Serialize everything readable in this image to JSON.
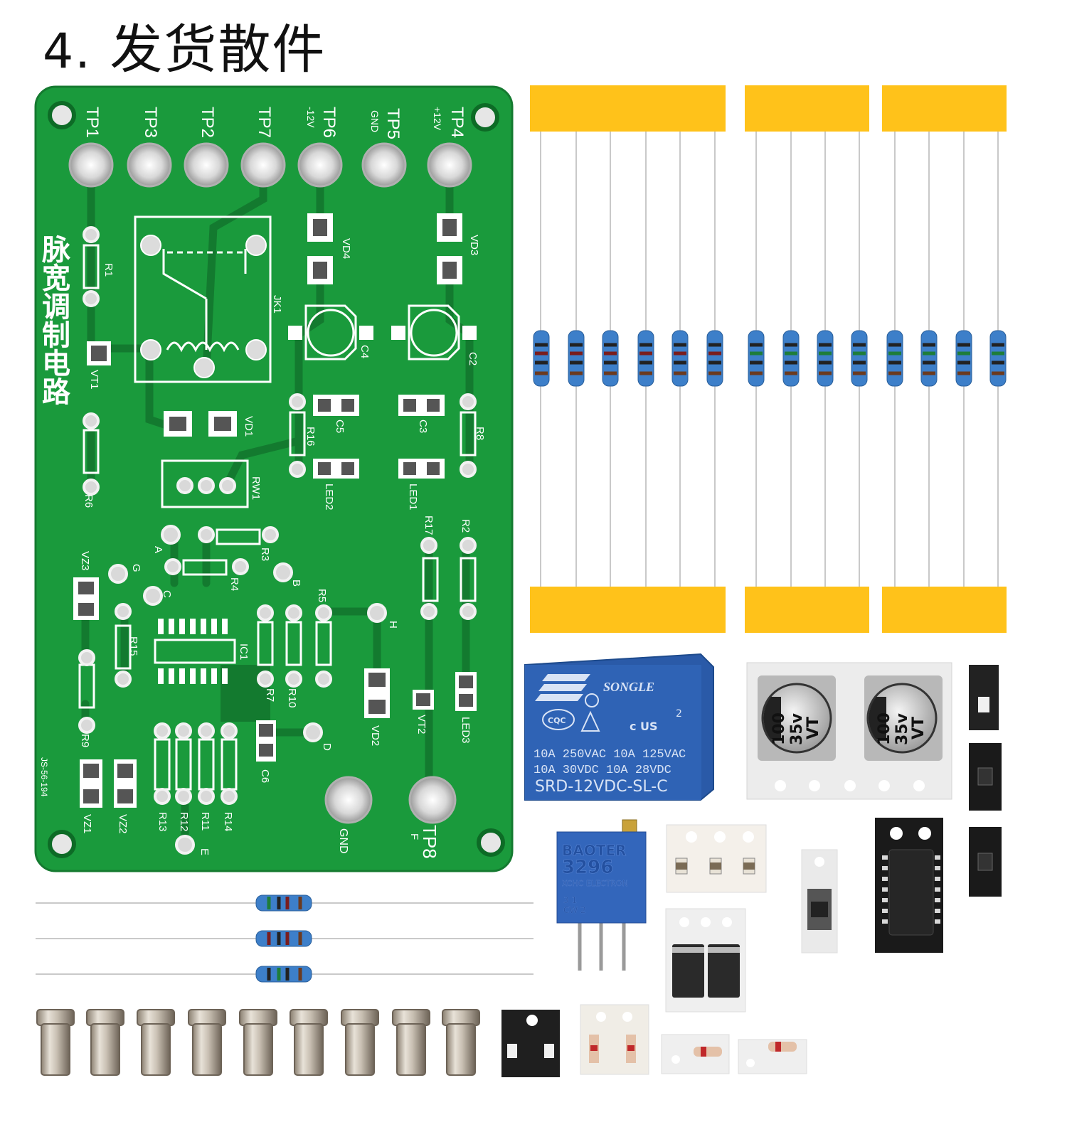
{
  "title": {
    "number": "4.",
    "text": "发货散件"
  },
  "pcb": {
    "board_title": "脉宽调制电路",
    "test_points": [
      {
        "name": "TP1",
        "sub": ""
      },
      {
        "name": "TP3",
        "sub": ""
      },
      {
        "name": "TP2",
        "sub": ""
      },
      {
        "name": "TP7",
        "sub": ""
      },
      {
        "name": "TP6",
        "sub": "-12V"
      },
      {
        "name": "TP5",
        "sub": "GND"
      },
      {
        "name": "TP4",
        "sub": "+12V"
      }
    ],
    "labels": [
      "R1",
      "VD4",
      "VD3",
      "JK1",
      "C4",
      "C2",
      "VT1",
      "R16",
      "C5",
      "C3",
      "R8",
      "VD1",
      "RW1",
      "LED2",
      "LED1",
      "R6",
      "R17",
      "R2",
      "A",
      "R3",
      "VZ3",
      "G",
      "R4",
      "B",
      "C",
      "R5",
      "H",
      "R15",
      "IC1",
      "R7",
      "R10",
      "VD2",
      "VT2",
      "LED3",
      "R9",
      "D",
      "C6",
      "R13",
      "R12",
      "R11",
      "R14",
      "VZ1",
      "VZ2",
      "E",
      "GND",
      "TP8",
      "F",
      "JS-56-194"
    ]
  },
  "relay": {
    "brand": "SONGLE",
    "cert": "CQC",
    "ul": "c  US",
    "ul_num": "2",
    "rating1": "10A 250VAC  10A 125VAC",
    "rating2": "10A  30VDC  10A  28VDC",
    "model": "SRD-12VDC-SL-C"
  },
  "capacitor": {
    "value": "100",
    "voltage": "35v",
    "series": "VT"
  },
  "potentiometer": {
    "brand": "BAOTER",
    "model": "3296",
    "maker": "XCHC ELECTRON",
    "pins": "3    1",
    "cw": "CW  2"
  },
  "colors": {
    "pcb_green": "#1a9a3c",
    "tape": "#ffc21a",
    "resistor_body": "#3d7fc9"
  }
}
